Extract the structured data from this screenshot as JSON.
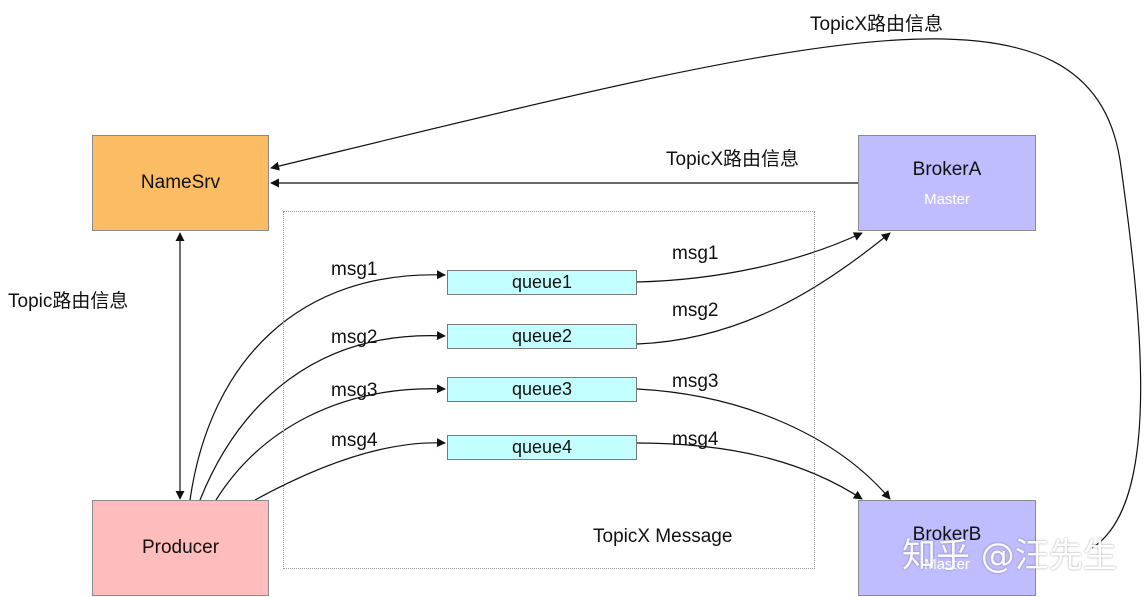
{
  "nodes": {
    "namesrv": "NameSrv",
    "producer": "Producer",
    "brokerA": {
      "name": "BrokerA",
      "role": "Master"
    },
    "brokerB": {
      "name": "BrokerB",
      "role": "Master"
    }
  },
  "queues": [
    "queue1",
    "queue2",
    "queue3",
    "queue4"
  ],
  "messages": [
    "msg1",
    "msg2",
    "msg3",
    "msg4"
  ],
  "edge_labels": {
    "outer_route": "TopicX路由信息",
    "brokerA_route": "TopicX路由信息",
    "producer_route": "Topic路由信息"
  },
  "group_label": "TopicX Message",
  "watermark": "知乎 @汪先生"
}
